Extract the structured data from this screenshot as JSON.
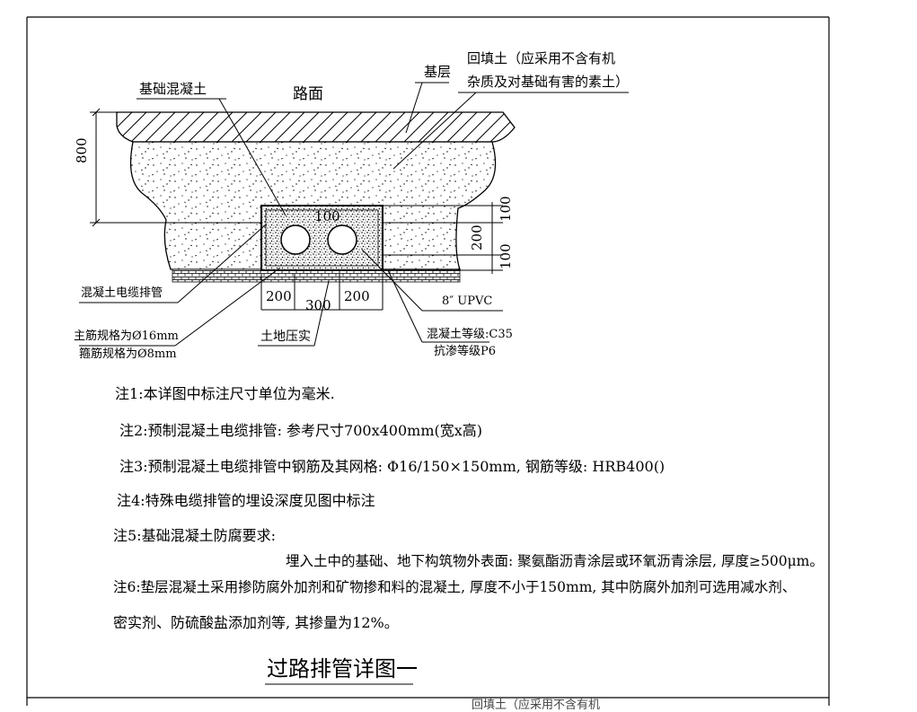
{
  "drawing": {
    "title": "过路排管详图一",
    "labels": {
      "road_surface": "路面",
      "base_concrete": "基础混凝土",
      "base_layer": "基层",
      "backfill_line1": "回填土（应采用不含有机",
      "backfill_line2": "杂质及对基础有害的素土）",
      "concrete_duct": "混凝土电缆排管",
      "main_rebar": "主筋规格为Ø16mm",
      "stirrup": "箍筋规格为Ø8mm",
      "compacted_soil": "土地压实",
      "concrete_grade": "混凝土等级:C35",
      "impermeability_grade": "抗渗等级P6",
      "pipe_spec": "8″ UPVC"
    },
    "dimensions": {
      "depth": "800",
      "top_cover": "100",
      "right_top": "100",
      "right_mid": "200",
      "right_bot": "100",
      "bottom_left": "200",
      "bottom_mid": "300",
      "bottom_right": "200"
    },
    "notes": {
      "n1": "注1:本详图中标注尺寸单位为毫米.",
      "n2": "注2:预制混凝土电缆排管: 参考尺寸700x400mm(宽x高)",
      "n3": "注3:预制混凝土电缆排管中钢筋及其网格: Φ16/150×150mm, 钢筋等级: HRB400()",
      "n4": "注4:特殊电缆排管的埋设深度见图中标注",
      "n5": "注5:基础混凝土防腐要求:",
      "n5_detail": "埋入土中的基础、地下构筑物外表面: 聚氨酯沥青涂层或环氧沥青涂层, 厚度≥500μm。",
      "n6_line1": "注6:垫层混凝土采用掺防腐外加剂和矿物掺和料的混凝土, 厚度不小于150mm, 其中防腐外加剂可选用减水剂、",
      "n6_line2": "密实剂、防硫酸盐添加剂等, 其掺量为12%。"
    },
    "footer_fragment": "回填土（应采用不含有机"
  }
}
